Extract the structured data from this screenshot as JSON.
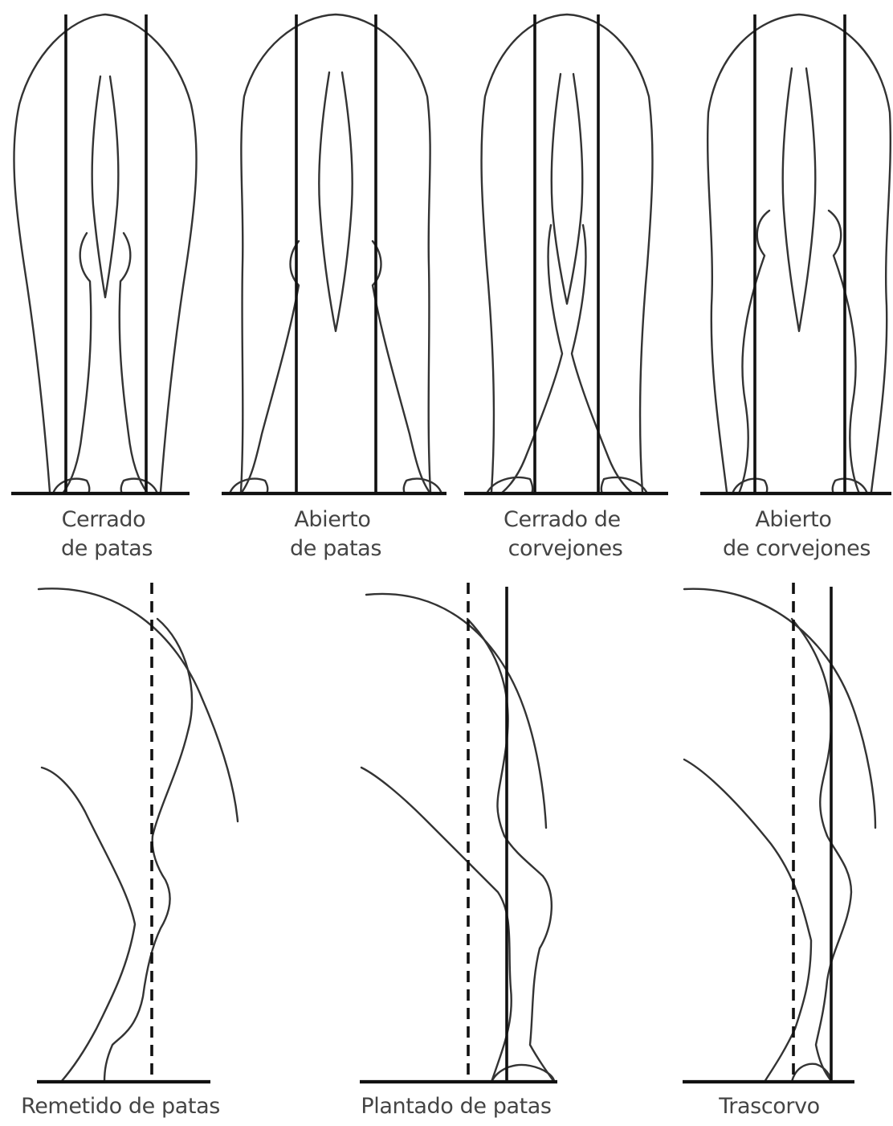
{
  "figure": {
    "top_row": [
      {
        "id": "cerrado-de-patas",
        "caption_lines": [
          "Cerrado",
          "de patas"
        ]
      },
      {
        "id": "abierto-de-patas",
        "caption_lines": [
          "Abierto",
          "de patas"
        ]
      },
      {
        "id": "cerrado-de-corvejones",
        "caption_lines": [
          "Cerrado de",
          "corvejones"
        ]
      },
      {
        "id": "abierto-de-corvejones",
        "caption_lines": [
          "Abierto",
          "de corvejones"
        ]
      }
    ],
    "bottom_row": [
      {
        "id": "remetido-de-patas",
        "caption": "Remetido de patas"
      },
      {
        "id": "plantado-de-patas",
        "caption": "Plantado de patas"
      },
      {
        "id": "trascorvo",
        "caption": "Trascorvo"
      }
    ],
    "colors": {
      "background": "#ffffff",
      "outline": "#333333",
      "plumb_line": "#111111",
      "caption_text": "#444444"
    }
  }
}
